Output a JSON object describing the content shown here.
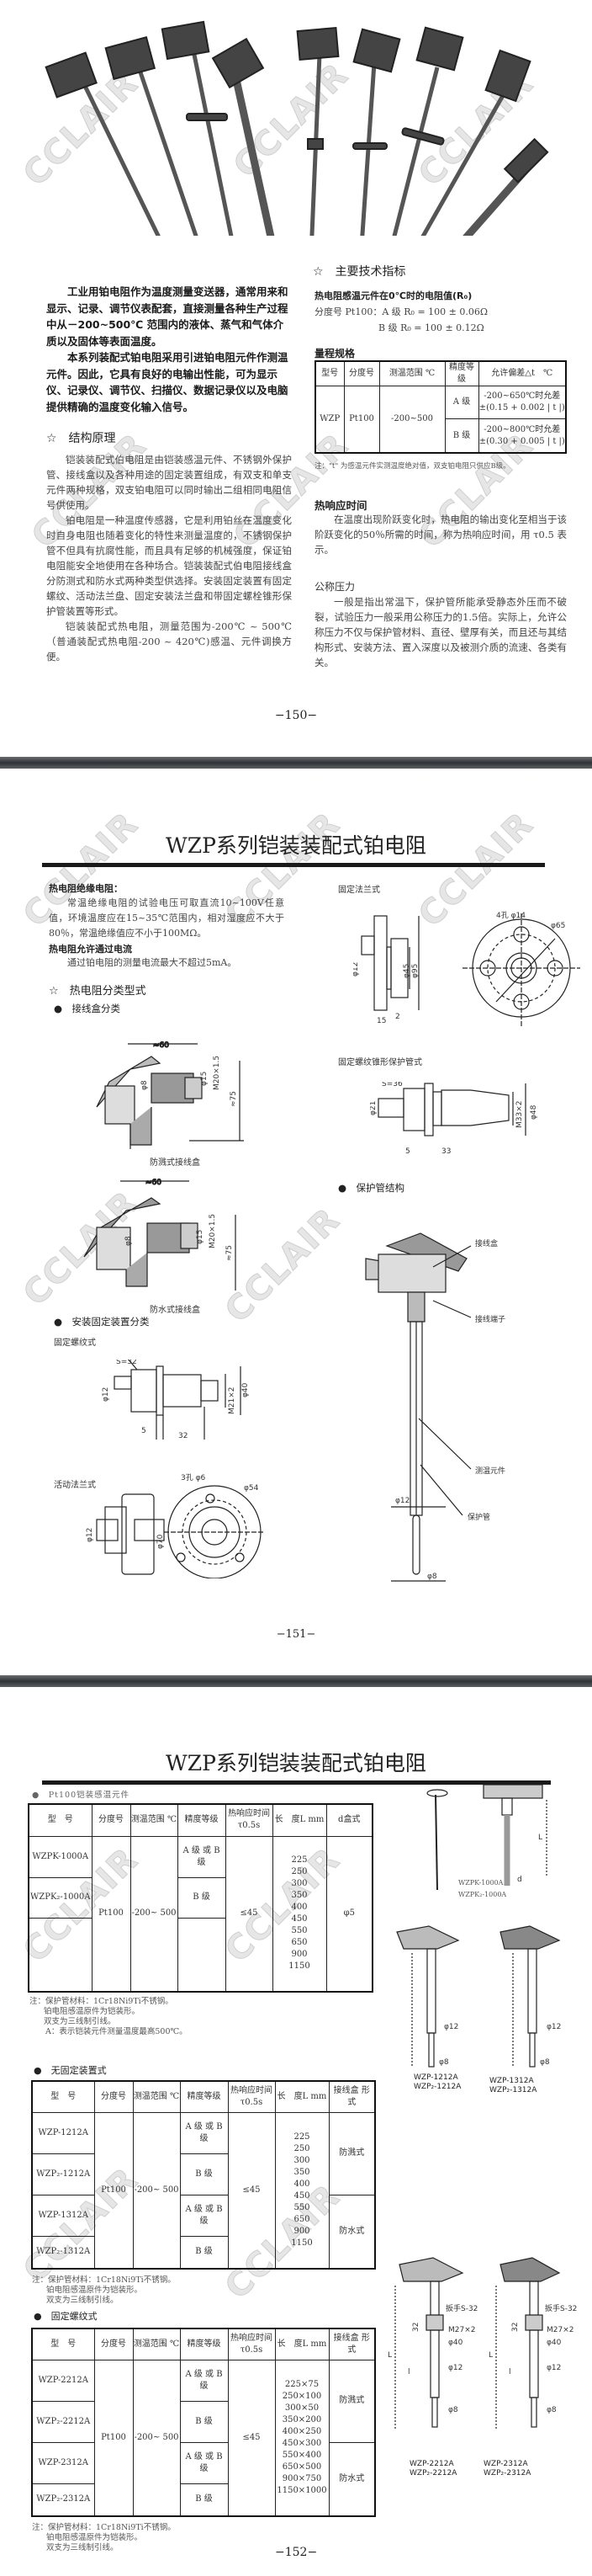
{
  "watermark": "CCLAIR",
  "page1": {
    "intro": [
      "工业用铂电阻作为温度测量变送器，通常用来和显示、记录、调节仪表配套，直接测量各种生产过程中从－200~500℃ 范围内的液体、蒸气和气体介质以及固体等表面温度。",
      "本系列装配式铂电阻采用引进铂电阻元件作测温元件。因此，它具有良好的电输出性能，可为显示仪、记录仪、调节仪、扫描仪、数据记录仪以及电脑提供精确的温度变化输入信号。"
    ],
    "structure_heading": "☆　结构原理",
    "structure_paras": [
      "铠装装配式伯电阻是由铠装感温元件、不锈钢外保护管、接线盒以及各种用途的固定装置组成，有双支和单支元件两种规格，双支铂电阻可以同时输出二组相同电阻信号供使用。",
      "铂电阻是一种温度传感器，它是利用铂丝在温度变化时自身电阻也随着变化的特性来测量温度的，不锈钢保护管不但具有抗腐性能，而且具有足够的机械强度，保证铂电阻能安全地使用在各种场合。铠装装配式伯电阻接线盒分防测式和防水式两种类型供选择。安装固定装置有固定螺纹、活动法兰盘、固定安装法兰盘和带固定螺栓锥形保护管装置等形式。",
      "铠装装配式热电阻，测量范围为-200℃ ~ 500℃（普通装配式热电阻-200 ~ 420℃)感温、元件调换方便。"
    ],
    "spec_heading": "☆　主要技术指标",
    "r0_title": "热电阻感温元件在0℃时的电阻值(R₀)",
    "r0_a": "分度号 Pt100：A 级 R₀ = 100 ± 0.06Ω",
    "r0_b": "B 级 R₀ = 100 ± 0.12Ω",
    "range_heading": "量程规格",
    "range_table": {
      "headers": [
        "型号",
        "分度号",
        "测温范围 ℃",
        "精度等级",
        "允许偏差△t　℃"
      ],
      "model": "WZP",
      "division": "Pt100",
      "range": "-200~500",
      "rows": [
        {
          "grade": "A 级",
          "tol1": "-200~650℃时允差",
          "tol2": "±(0.15 + 0.002 | t |)"
        },
        {
          "grade": "B 级",
          "tol1": "-200~800℃时允差",
          "tol2": "±(0.30 + 0.005 | t |)"
        }
      ]
    },
    "range_note": "注：\"t\" 为感温元件实测温度绝对值，双支铂电阻只供应B级。",
    "response_heading": "热响应时间",
    "response_text": "在温度出现阶跃变化时，热电阻的输出变化至相当于该阶跃变化的50％所需的时间，称为热响应时间，用 τ0.5 表示。",
    "pressure_heading": "公称压力",
    "pressure_text": "一般是指出常温下，保护管所能承受静态外压而不破裂，试验压力一般采用公称压力的1.5倍。实际上，允许公称压力不仅与保护管材料、直径、壁厚有关，而且还与其结构形式、安装方法、置入深度以及被测介质的流速、各类有关。",
    "page_number": "−150−"
  },
  "page2": {
    "title": "WZP系列铠装装配式铂电阻",
    "insulation_heading": "热电阻绝缘电阻：",
    "insulation_text": "常温绝缘电阻的试验电压可取直流10~100V任意值，环境温度应在15~35℃范围内，相对湿度应不大于80％，常温绝缘值应不小于100MΩ。",
    "current_heading": "热电阻允许通过电流",
    "current_text": "通过铂电阻的测量电流最大不超过5mA。",
    "types_heading": "☆　热电阻分类型式",
    "box_heading": "●　接线盒分类",
    "splash_caption": "防溅式接线盒",
    "water_caption": "防水式接线盒",
    "mount_heading": "●　安装固定装置分类",
    "thread_caption": "固定螺纹式",
    "movflange_caption": "活动法兰式",
    "fixflange_caption": "固定法兰式",
    "cone_caption": "固定螺纹锥形保护管式",
    "tube_heading": "●　保护管结构",
    "tube_labels": {
      "box": "接线盒",
      "terminal": "接线端子",
      "element": "测温元件",
      "tube": "保护管",
      "d12": "φ12",
      "d8": "φ8"
    },
    "dims": {
      "w60": "≈60",
      "h75": "≈75",
      "m20": "M20×1.5",
      "d15": "φ15",
      "d8": "φ8",
      "s32": "S=32",
      "d12": "φ12",
      "m21": "M21×2",
      "d40": "φ40",
      "n5": "5",
      "n32": "32",
      "holes3": "3孔 φ6",
      "d54": "φ54",
      "d70": "φ70",
      "holes4": "4孔 φ14",
      "d65": "φ65",
      "d45": "φ45",
      "d95": "φ95",
      "n15": "15",
      "n2": "2",
      "s36": "S=36",
      "d21": "φ21",
      "m33": "M33×2",
      "d48": "φ48",
      "n33": "33"
    },
    "page_number": "−151−"
  },
  "page3": {
    "title": "WZP系列铠装装配式铂电阻",
    "t1_heading": "●　Pt100铠装感温元件",
    "t1": {
      "headers": [
        "型　号",
        "分度号",
        "测温范围 ℃",
        "精度等级",
        "热响应时间 τ0.5s",
        "长　度L mm",
        "d盒式"
      ],
      "models": [
        "WZPK-1000A",
        "WZPK₂-1000A"
      ],
      "division": "Pt100",
      "range": "-200~ 500",
      "grades": [
        "A 级 或 B 级",
        "B 级"
      ],
      "time": "≤45",
      "lengths": [
        "225",
        "250",
        "300",
        "350",
        "400",
        "450",
        "550",
        "650",
        "900",
        "1150"
      ],
      "d": "φ5"
    },
    "t1_notes": [
      "注：保护管材料：1Cr18Ni9Ti不锈钢。",
      "铂电阻感温原件为铠装形。",
      "双支为三线制引线。",
      "A：表示铠装元件测量温度最高500℃。"
    ],
    "t2_heading": "●　无固定装置式",
    "t2": {
      "headers": [
        "型　号",
        "分度号",
        "测温范围 ℃",
        "精度等级",
        "热响应时间 τ0.5s",
        "长　度L mm",
        "接线盒 形　式"
      ],
      "models": [
        "WZP-1212A",
        "WZP₂-1212A",
        "WZP-1312A",
        "WZP₂-1312A"
      ],
      "division": "Pt100",
      "range": "-200~ 500",
      "grades": [
        "A 级 或 B 级",
        "B 级",
        "A 级 或 B 级",
        "B 级"
      ],
      "time": "≤45",
      "lengths": [
        "225",
        "250",
        "300",
        "350",
        "400",
        "450",
        "550",
        "650",
        "900",
        "1150"
      ],
      "boxes": [
        "防溅式",
        "防水式"
      ]
    },
    "t2_notes": [
      "注：保护管材料：1Cr18Ni9Ti不锈钢。",
      "铂电阻感温原件为铠装形。",
      "双支为三线制引线。"
    ],
    "t3_heading": "●　固定螺纹式",
    "t3": {
      "headers": [
        "型　号",
        "分度号",
        "测温范围 ℃",
        "精度等级",
        "热响应时间 τ0.5s",
        "长　度L mm",
        "接线盒 形　式"
      ],
      "models": [
        "WZP-2212A",
        "WZP₂-2212A",
        "WZP-2312A",
        "WZP₂-2312A"
      ],
      "division": "Pt100",
      "range": "-200~ 500",
      "grades": [
        "A 级 或 B 级",
        "B 级",
        "A 级 或 B 级",
        "B 级"
      ],
      "time": "≤45",
      "lengths": [
        "225×75",
        "250×100",
        "300×50",
        "350×200",
        "400×250",
        "450×300",
        "550×400",
        "650×500",
        "900×750",
        "1150×1000"
      ],
      "boxes": [
        "防溅式",
        "防水式"
      ]
    },
    "t3_notes": [
      "注：保护管材料：1Cr18Ni9Ti不锈钢。",
      "铂电阻感温原件为铠装形。",
      "双支为三线制引线。"
    ],
    "fig_k": [
      "WZPK-1000A",
      "WZPK₂-1000A"
    ],
    "fig_12": [
      "WZP-1212A",
      "WZP₂-1212A"
    ],
    "fig_13": [
      "WZP-1312A",
      "WZP₂-1312A"
    ],
    "fig_22": [
      "WZP-2212A",
      "WZP₂-2212A"
    ],
    "fig_23": [
      "WZP-2312A",
      "WZP₂-2312A"
    ],
    "fig_dims": {
      "d12": "φ12",
      "d8": "φ8",
      "wrench": "扳手S-32",
      "m27": "M27×2",
      "d40": "φ40",
      "n32": "32",
      "L": "L",
      "l": "l",
      "d": "d"
    },
    "page_number": "−152−"
  }
}
